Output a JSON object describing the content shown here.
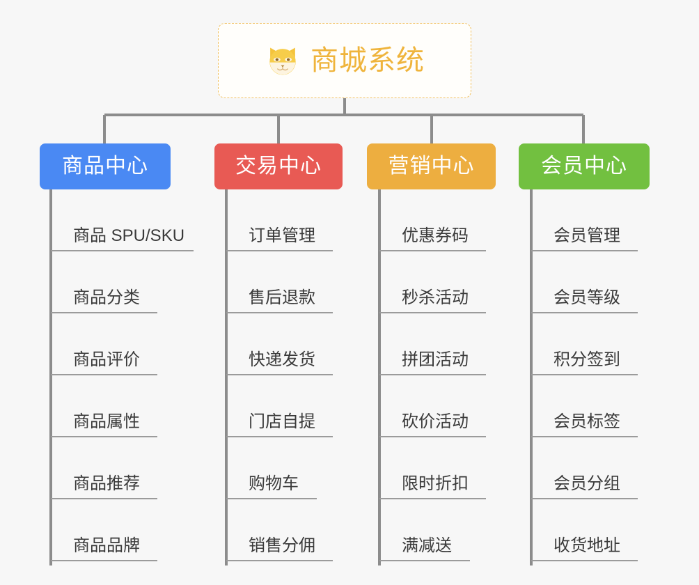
{
  "diagram": {
    "type": "tree",
    "background_color": "#f7f7f7",
    "root": {
      "title": "商城系统",
      "icon": "dog-face-emoji",
      "icon_glyph": "🐶",
      "text_color": "#efb43c",
      "border_color": "#f0c060",
      "background_color": "#fffefb",
      "border_style": "dashed"
    },
    "connector_color": "#8c8c8c",
    "branches": [
      {
        "label": "商品中心",
        "color": "#4a89f3",
        "text_color": "#ffffff",
        "items": [
          "商品 SPU/SKU",
          "商品分类",
          "商品评价",
          "商品属性",
          "商品推荐",
          "商品品牌"
        ]
      },
      {
        "label": "交易中心",
        "color": "#e85a54",
        "text_color": "#ffffff",
        "items": [
          "订单管理",
          "售后退款",
          "快递发货",
          "门店自提",
          "购物车",
          "销售分佣"
        ]
      },
      {
        "label": "营销中心",
        "color": "#edae40",
        "text_color": "#ffffff",
        "items": [
          "优惠券码",
          "秒杀活动",
          "拼团活动",
          "砍价活动",
          "限时折扣",
          "满减送"
        ]
      },
      {
        "label": "会员中心",
        "color": "#72c040",
        "text_color": "#ffffff",
        "items": [
          "会员管理",
          "会员等级",
          "积分签到",
          "会员标签",
          "会员分组",
          "收货地址"
        ]
      }
    ]
  }
}
